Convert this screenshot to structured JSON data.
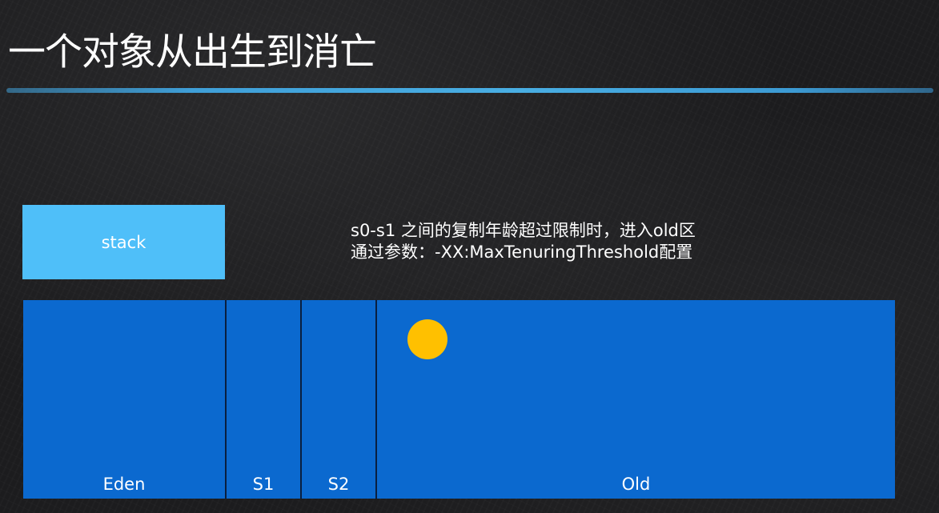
{
  "title": "一个对象从出生到消亡",
  "stack": {
    "label": "stack"
  },
  "note": {
    "line1": "s0-s1 之间的复制年龄超过限制时，进入old区",
    "line2": "通过参数：-XX:MaxTenuringThreshold配置"
  },
  "heap": {
    "regions": [
      {
        "label": "Eden"
      },
      {
        "label": "S1"
      },
      {
        "label": "S2"
      },
      {
        "label": "Old"
      }
    ]
  },
  "colors": {
    "background": "#1c1c1e",
    "title_rule": "#49aee3",
    "stack_box": "#4fbff9",
    "heap_region": "#0b69cf",
    "object": "#ffc000"
  }
}
